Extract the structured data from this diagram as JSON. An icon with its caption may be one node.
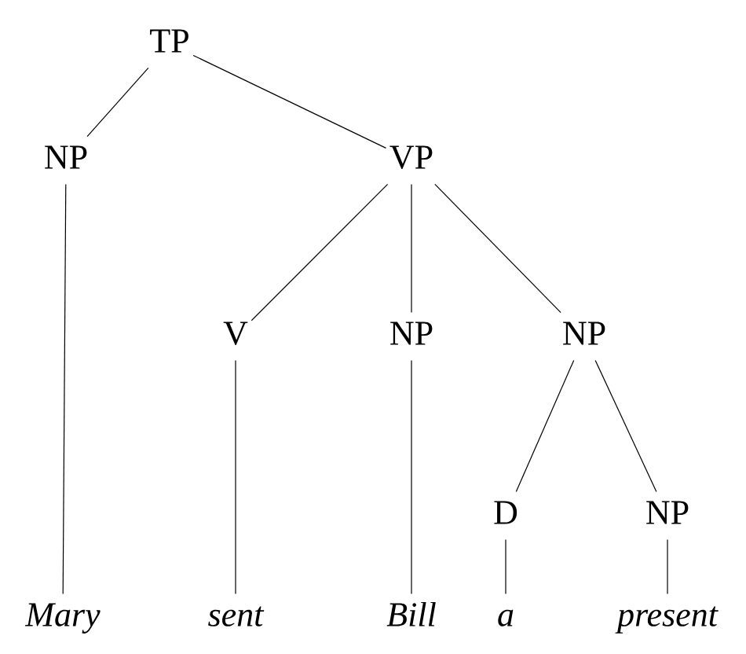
{
  "diagram": {
    "nodes": [
      {
        "text": [
          "TP"
        ]
      },
      {
        "text": [
          "NP"
        ]
      },
      {
        "text": [
          "VP"
        ]
      },
      {
        "text": [
          "V"
        ]
      },
      {
        "text": [
          "NP"
        ]
      },
      {
        "text": [
          "NP"
        ]
      },
      {
        "text": [
          "D"
        ]
      },
      {
        "text": [
          "NP"
        ]
      },
      {
        "text": [
          "Mary"
        ]
      },
      {
        "text": [
          "sent"
        ]
      },
      {
        "text": [
          "Bill"
        ]
      },
      {
        "text": [
          "a"
        ]
      },
      {
        "text": [
          "present"
        ]
      }
    ],
    "edges": [
      {
        "from": 0,
        "to": 1,
        "arrow": "none"
      },
      {
        "from": 0,
        "to": 2,
        "arrow": "none"
      },
      {
        "from": 1,
        "to": 8,
        "arrow": "none"
      },
      {
        "from": 2,
        "to": 3,
        "arrow": "none"
      },
      {
        "from": 2,
        "to": 4,
        "arrow": "none"
      },
      {
        "from": 2,
        "to": 5,
        "arrow": "none"
      },
      {
        "from": 3,
        "to": 9,
        "arrow": "none"
      },
      {
        "from": 4,
        "to": 10,
        "arrow": "none"
      },
      {
        "from": 5,
        "to": 6,
        "arrow": "none"
      },
      {
        "from": 5,
        "to": 7,
        "arrow": "none"
      },
      {
        "from": 6,
        "to": 11,
        "arrow": "none"
      },
      {
        "from": 7,
        "to": 12,
        "arrow": "none"
      }
    ]
  }
}
